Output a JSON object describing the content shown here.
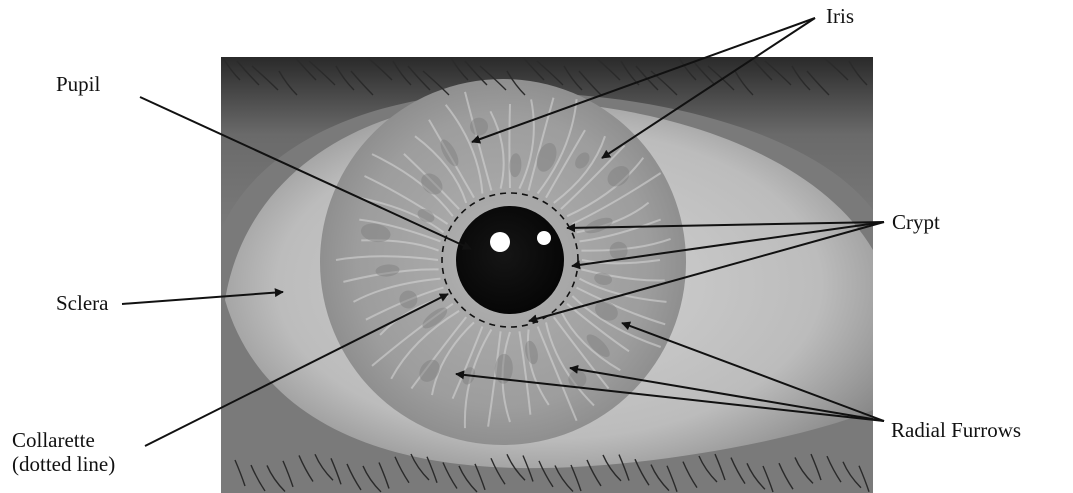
{
  "labels": {
    "iris": "Iris",
    "pupil": "Pupil",
    "crypt": "Crypt",
    "sclera": "Sclera",
    "collarette_line1": "Collarette",
    "collarette_line2": "(dotted line)",
    "radial_furrows": "Radial Furrows"
  },
  "photo": {
    "subject": "grayscale close-up photograph of a human eye",
    "colors": {
      "sclera": "#bdbdbd",
      "iris": "#9a9a9a",
      "pupil": "#0e0e0e",
      "lid_shadow": "#2b2b2b"
    }
  }
}
